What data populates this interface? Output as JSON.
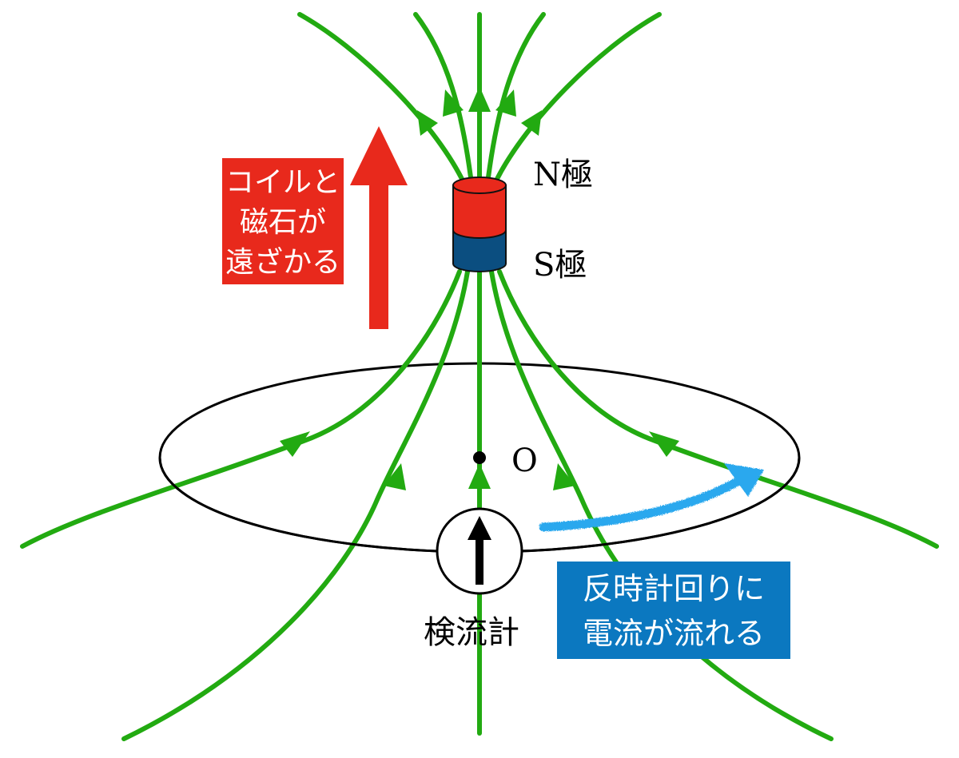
{
  "labels": {
    "north_pole": "N極",
    "south_pole": "S極",
    "origin": "O",
    "galvanometer": "検流計",
    "motion_box": [
      "コイルと",
      "磁石が",
      "遠ざかる"
    ],
    "current_box": [
      "反時計回りに",
      "電流が流れる"
    ]
  },
  "colors": {
    "field_line": "#22aa11",
    "magnet_north": "#e8291c",
    "magnet_south": "#0b4e80",
    "motion_box": "#e8291c",
    "motion_arrow": "#e8291c",
    "current_box": "#0b78c0",
    "current_arrow": "#2aa8ee",
    "coil": "#000000"
  },
  "icons": {
    "motion_arrow": "up-arrow-icon",
    "current_arrow": "curved-right-arrow-icon",
    "galvanometer_needle": "up-arrow-icon"
  }
}
